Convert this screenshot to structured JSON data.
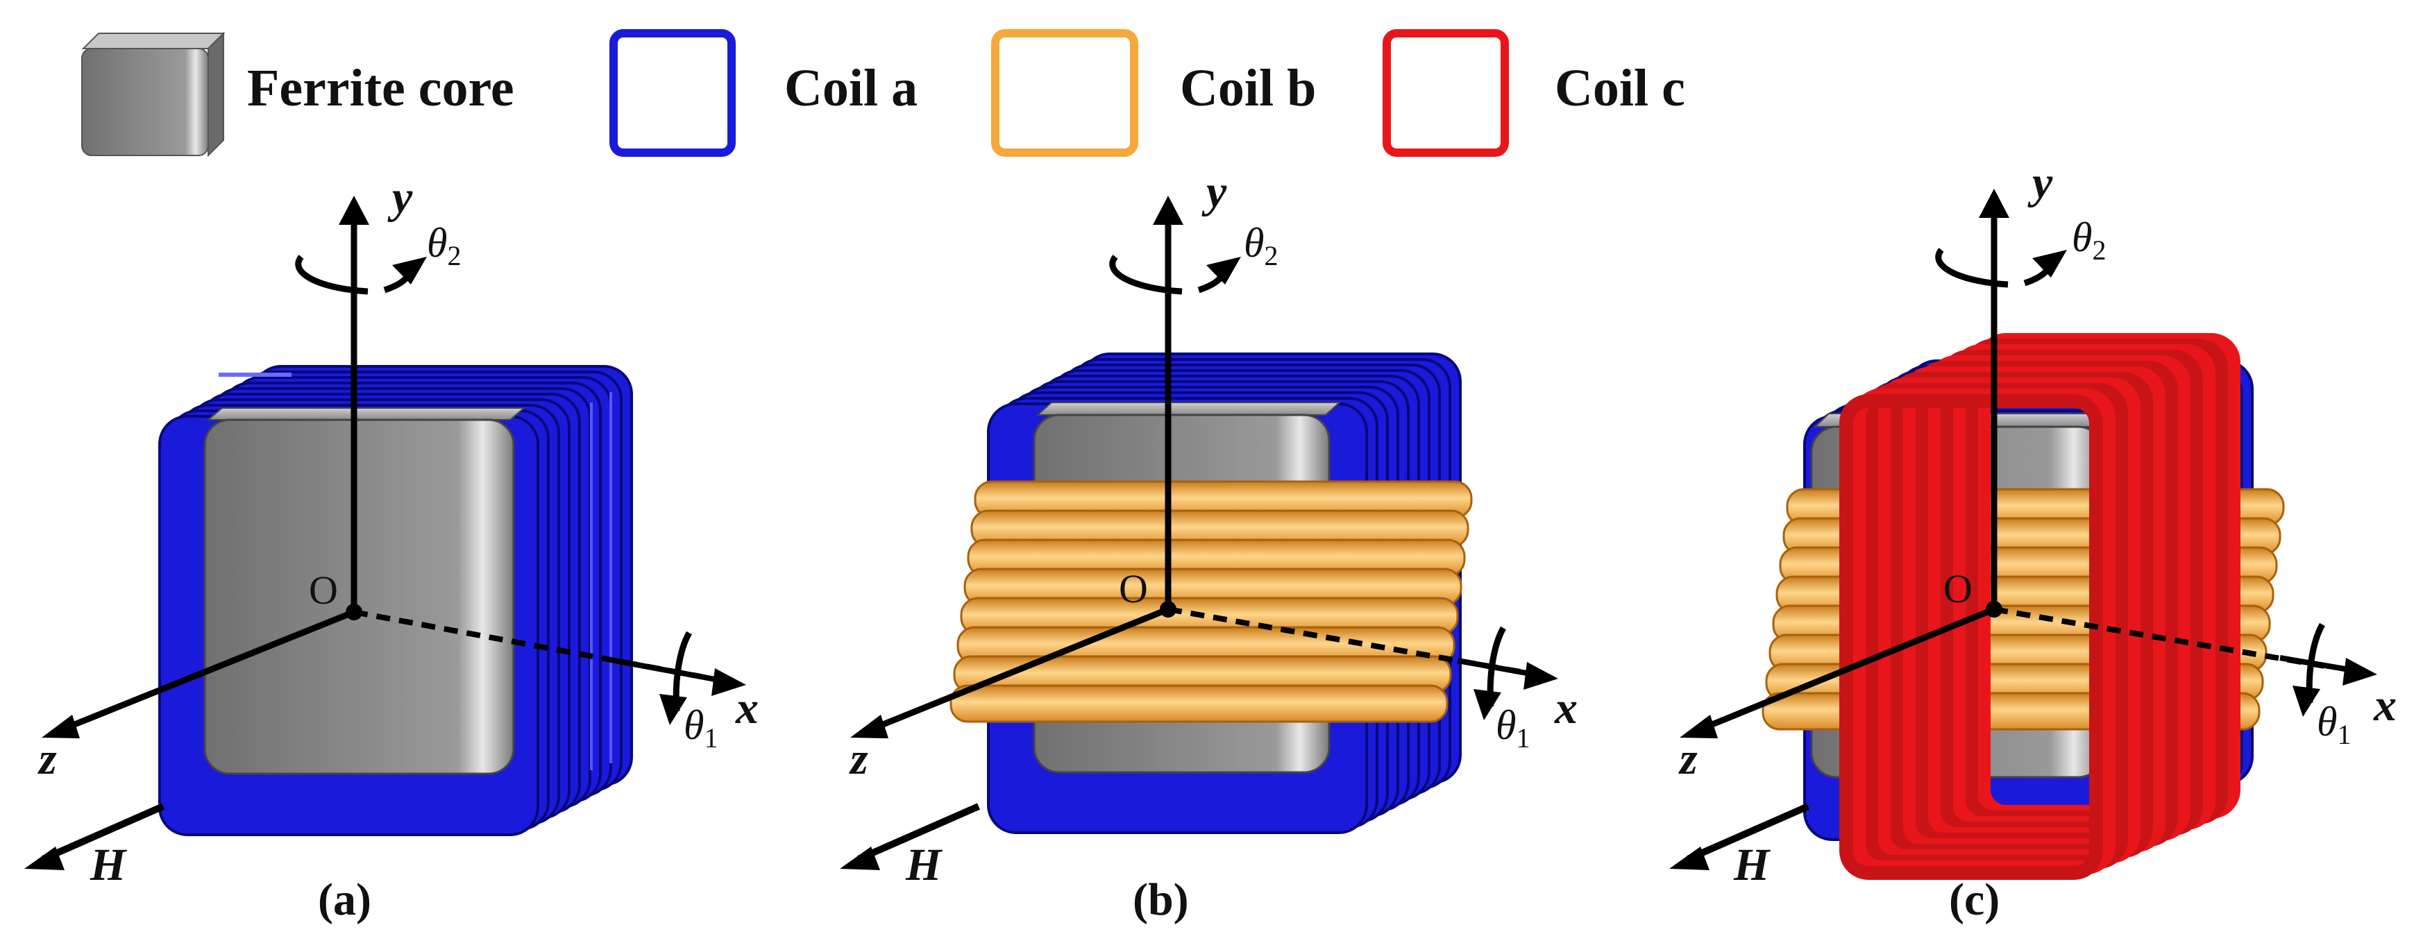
{
  "legend": {
    "items": [
      {
        "label": "Ferrite core",
        "swatch": "cube",
        "color": "#8a8a8a",
        "icon": "gray-cube-icon"
      },
      {
        "label": "Coil a",
        "swatch": "square",
        "color": "#1a1adb",
        "icon": "blue-square-coil-icon"
      },
      {
        "label": "Coil b",
        "swatch": "square",
        "color": "#f5a93b",
        "icon": "orange-square-coil-icon"
      },
      {
        "label": "Coil c",
        "swatch": "square",
        "color": "#e8161b",
        "icon": "red-square-coil-icon"
      }
    ]
  },
  "panels": [
    {
      "id": "a",
      "label": "(a)",
      "coils": [
        "a"
      ]
    },
    {
      "id": "b",
      "label": "(b)",
      "coils": [
        "a",
        "b"
      ]
    },
    {
      "id": "c",
      "label": "(c)",
      "coils": [
        "a",
        "b",
        "c"
      ]
    }
  ],
  "axes": {
    "x": "x",
    "y": "y",
    "z": "z",
    "origin": "O",
    "theta1": {
      "base": "θ",
      "sub": "1"
    },
    "theta2": {
      "base": "θ",
      "sub": "2"
    },
    "field": "H"
  },
  "colors": {
    "core": "#8a8a8a",
    "coil_a": "#1a1adb",
    "coil_b": "#f5a93b",
    "coil_c": "#e8161b",
    "axis": "#000000"
  }
}
